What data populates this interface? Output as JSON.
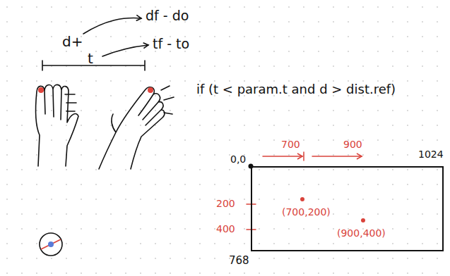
{
  "diagram": {
    "nodes": [
      {
        "text": [
          "(700,200)",
          "(900,400)"
        ]
      }
    ],
    "labels": [
      "d+",
      "t",
      "df - do",
      "tf - to",
      "if (t < param.t and d > dist.ref)",
      "0,0",
      "700",
      "900",
      "1024",
      "200",
      "400",
      "768"
    ]
  }
}
